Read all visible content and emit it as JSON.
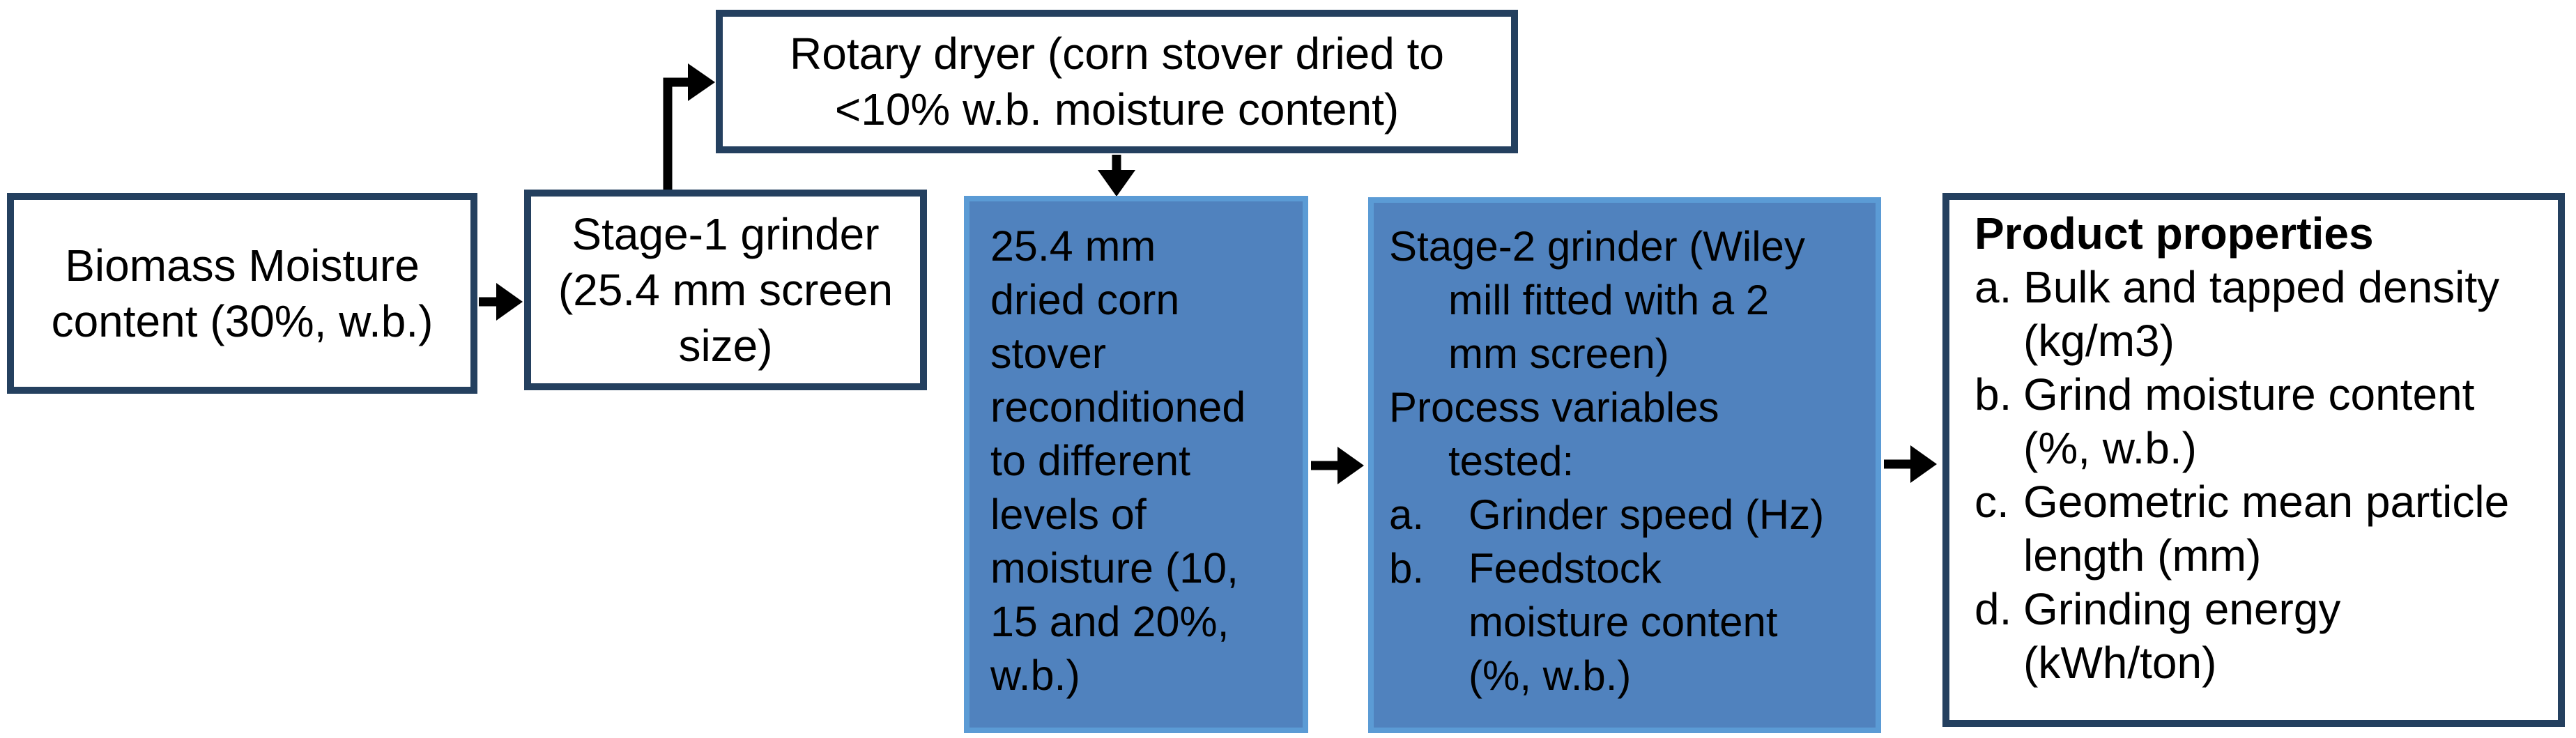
{
  "colors": {
    "white_box_border": "#24405F",
    "blue_box_fill": "#5082BE",
    "blue_box_border": "#5B9BD5",
    "arrow": "#000000",
    "text": "#000000",
    "background": "#FFFFFF"
  },
  "nodes": {
    "biomass": {
      "lines": [
        "Biomass Moisture",
        "content (30%, w.b.)"
      ]
    },
    "stage1_grinder": {
      "lines": [
        "Stage-1 grinder",
        "(25.4 mm screen",
        "size)"
      ]
    },
    "rotary_dryer": {
      "lines": [
        "Rotary dryer (corn stover dried to",
        "<10% w.b. moisture content)"
      ]
    },
    "reconditioned_stover": {
      "lines": [
        "25.4 mm",
        "dried corn",
        "stover",
        "reconditioned",
        "to different",
        "levels of",
        "moisture (10,",
        "15 and 20%,",
        "w.b.)"
      ]
    },
    "stage2_grinder": {
      "lines": [
        "Stage-2 grinder (Wiley",
        "mill fitted with a 2",
        "mm screen)",
        "Process variables",
        "tested:",
        "Grinder speed (Hz)",
        "Feedstock",
        "moisture content",
        "(%, w.b.)"
      ],
      "markers": [
        "a.",
        "b."
      ]
    },
    "product_properties": {
      "title": "Product properties",
      "items": [
        {
          "marker": "a.",
          "line1": "Bulk and tapped density",
          "line2": "(kg/m3)"
        },
        {
          "marker": "b.",
          "line1": "Grind moisture content",
          "line2": "(%, w.b.)"
        },
        {
          "marker": "c.",
          "line1": "Geometric mean particle",
          "line2": "length (mm)"
        },
        {
          "marker": "d.",
          "line1": "Grinding energy",
          "line2": "(kWh/ton)"
        }
      ]
    }
  }
}
